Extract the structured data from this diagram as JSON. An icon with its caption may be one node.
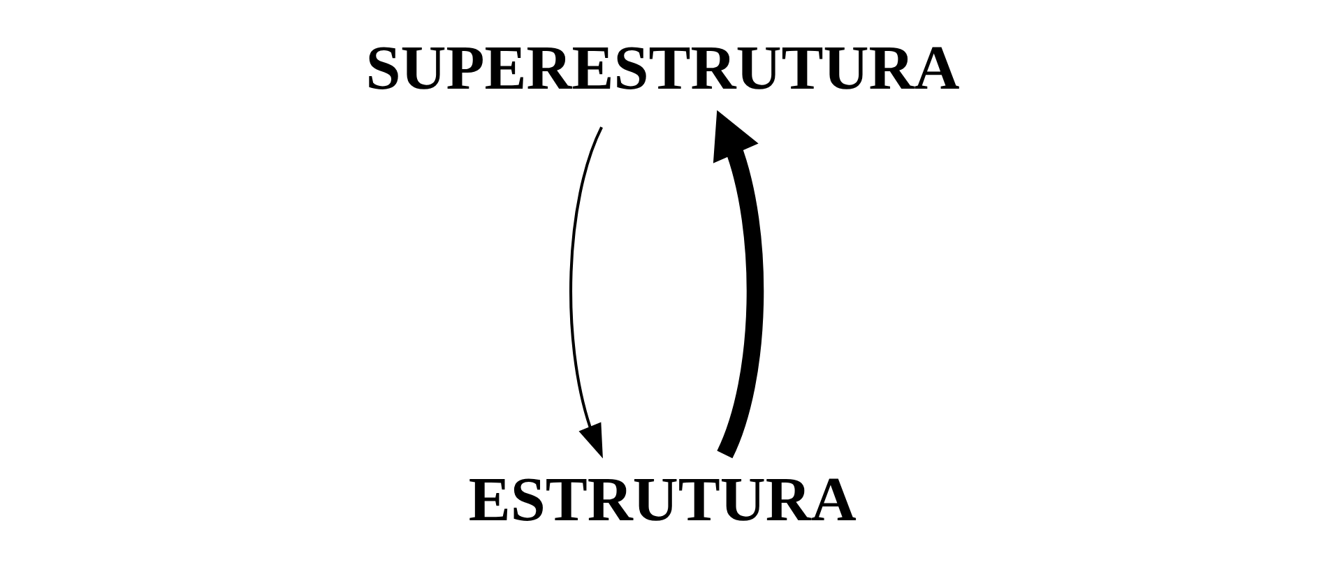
{
  "diagram": {
    "nodes": [
      {
        "text": [
          "SUPERESTRUTURA"
        ]
      },
      {
        "text": [
          "ESTRUTURA"
        ]
      }
    ],
    "edges": [
      {
        "from": 1,
        "to": 0,
        "arrow": "to",
        "style": "thick"
      },
      {
        "from": 0,
        "to": 1,
        "arrow": "to"
      }
    ]
  }
}
